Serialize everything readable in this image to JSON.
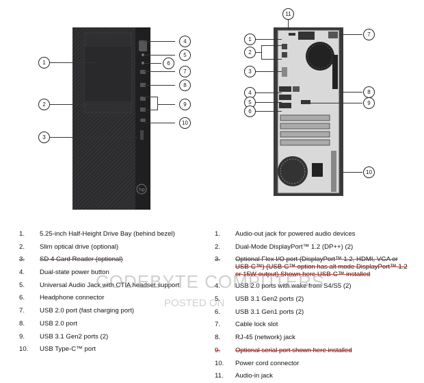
{
  "front_callouts": [
    "1",
    "2",
    "3",
    "4",
    "5",
    "6",
    "7",
    "8",
    "9",
    "10"
  ],
  "rear_callouts": [
    "1",
    "2",
    "3",
    "4",
    "5",
    "6",
    "7",
    "8",
    "9",
    "10",
    "11"
  ],
  "front_list": [
    {
      "num": "1.",
      "text": "5.25-inch Half-Height Drive Bay (behind bezel)",
      "strike": false
    },
    {
      "num": "2.",
      "text": "Slim optical drive (optional)",
      "strike": false
    },
    {
      "num": "3.",
      "text": "SD 4 Card Reader (optional)",
      "strike": true
    },
    {
      "num": "4.",
      "text": "Dual-state power button",
      "strike": false
    },
    {
      "num": "5.",
      "text": "Universal Audio Jack with CTIA headset support",
      "strike": false
    },
    {
      "num": "6.",
      "text": "Headphone connector",
      "strike": false
    },
    {
      "num": "7.",
      "text": "USB 2.0 port (fast charging port)",
      "strike": false
    },
    {
      "num": "8.",
      "text": "USB 2.0 port",
      "strike": false
    },
    {
      "num": "9.",
      "text": "USB 3.1 Gen2 ports (2)",
      "strike": false
    },
    {
      "num": "10.",
      "text": "USB Type-C™ port",
      "strike": false
    }
  ],
  "rear_list": [
    {
      "num": "1.",
      "text": "Audio-out jack for powered audio devices",
      "strike": false
    },
    {
      "num": "2.",
      "text": "Dual-Mode DisplayPort™ 1.2 (DP++) (2)",
      "strike": false
    },
    {
      "num": "3.",
      "text": "Optional Flex I/O port (DisplayPort™ 1.2, HDMI, VGA or USB-C™) (USB-C™ option has alt mode DisplayPort™ 1.2 or 15W output)    Shown here USB-C™ installed",
      "strike": true
    },
    {
      "num": "4.",
      "text": "USB 2.0 ports with wake from S4/S5 (2)",
      "strike": false
    },
    {
      "num": "5.",
      "text": "USB 3.1 Gen2 ports (2)",
      "strike": false
    },
    {
      "num": "6.",
      "text": "USB 3.1 Gen1 ports (2)",
      "strike": false
    },
    {
      "num": "7.",
      "text": "Cable lock slot",
      "strike": false
    },
    {
      "num": "8.",
      "text": "RJ-45 (network) jack",
      "strike": false
    },
    {
      "num": "9.",
      "text": "Optional serial port    shown here installed",
      "strike": true
    },
    {
      "num": "10.",
      "text": "Power cord connector",
      "strike": false
    },
    {
      "num": "11.",
      "text": "Audio-in jack",
      "strike": false
    }
  ],
  "watermark": {
    "main": "CODEBYTE COMPUTERS",
    "sub": "POSTED ON"
  },
  "colors": {
    "chassis": "#2b2b2d",
    "chassis_dark": "#1c1c1e",
    "rear": "#3a3a3c",
    "strike": "#c0392b"
  }
}
